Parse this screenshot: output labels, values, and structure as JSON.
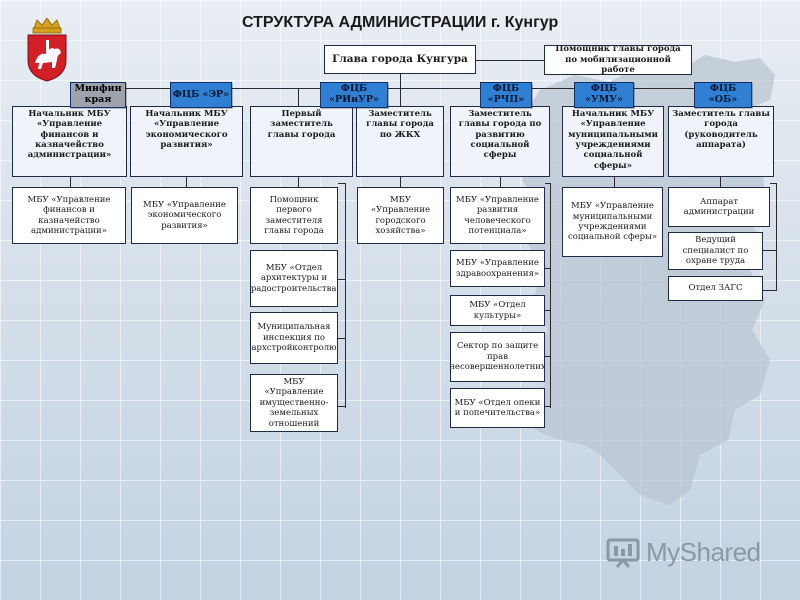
{
  "title": "СТРУКТУРА АДМИНИСТРАЦИИ г. Кунгур",
  "head": "Глава города Кунгура",
  "assistant": "Помощник главы города по мобилизационной работе",
  "tags": {
    "minfin": "Минфин края",
    "er": "ФЦБ «ЭР»",
    "riur": "ФЦБ «РИиУР»",
    "rchp": "ФЦБ «РЧП»",
    "umu": "ФЦБ «УМУ»",
    "ob": "ФЦБ «ОБ»"
  },
  "level2": [
    "Начальник МБУ «Управление финансов и казначейство администрации»",
    "Начальник МБУ «Управление экономического развития»",
    "Первый заместитель главы города",
    "Заместитель главы города по ЖКХ",
    "Заместитель главы города по развитию социальной сферы",
    "Начальник МБУ «Управление муниципальными учреждениями социальной сферы»",
    "Заместитель главы города (руководитель аппарата)"
  ],
  "level3": {
    "fin": "МБУ «Управление финансов и казначейство администрации»",
    "econ": "МБУ «Управление экономического развития»",
    "first": [
      "Помощник первого заместителя главы города",
      "МБУ «Отдел архитектуры и градостроительства»",
      "Муниципальная инспекция по архстройконтролю",
      "МБУ «Управление имущественно-земельных отношений"
    ],
    "zhkh": "МБУ «Управление городского хозяйства»",
    "social": [
      "МБУ «Управление развития человеческого потенциала»",
      "МБУ «Управление здравоохранения»",
      "МБУ «Отдел культуры»",
      "Сектор по защите прав несовершеннолетних",
      "МБУ «Отдел опеки и попечительства»"
    ],
    "mu": "МБУ «Управление муниципальными учреждениями социальной сферы»",
    "apparat": [
      "Аппарат администрации",
      "Ведущий специалист по охране труда",
      "Отдел ЗАГС"
    ]
  },
  "watermark": "MyShared"
}
